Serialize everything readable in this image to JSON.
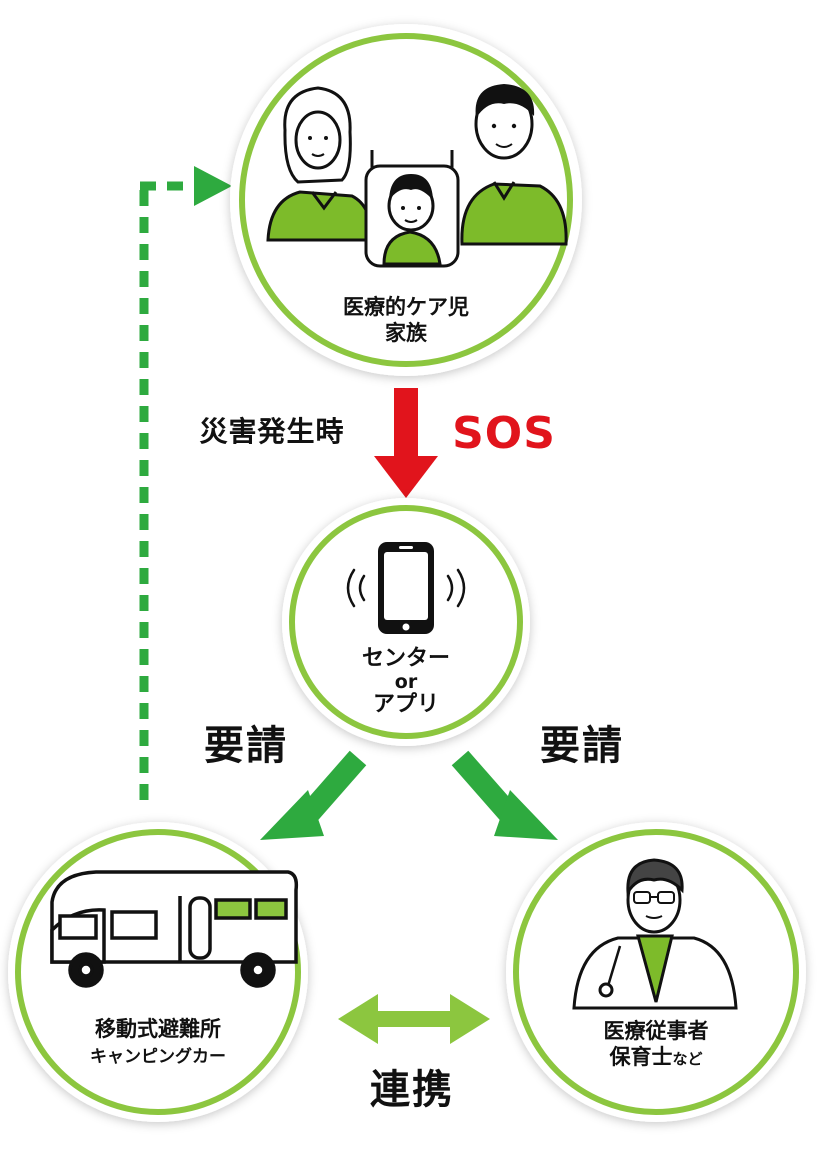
{
  "nodes": {
    "family": {
      "line1": "医療的ケア児",
      "line2": "家族"
    },
    "center": {
      "line1": "センター",
      "line2": "or",
      "line3": "アプリ"
    },
    "shelter": {
      "line1": "移動式避難所",
      "line2": "キャンピングカー"
    },
    "medical": {
      "line1": "医療従事者",
      "line2_main": "保育士",
      "line2_tail": "など"
    }
  },
  "labels": {
    "disaster": "災害発生時",
    "sos": "SOS",
    "request_left": "要請",
    "request_right": "要請",
    "cooperation": "連携"
  },
  "colors": {
    "ring": "#8cc63f",
    "shirt": "#7dbb2a",
    "arrow_green": "#2eaa3f",
    "arrow_lime": "#8cc63f",
    "arrow_red": "#e1141c",
    "dashed": "#2eaa3f"
  }
}
